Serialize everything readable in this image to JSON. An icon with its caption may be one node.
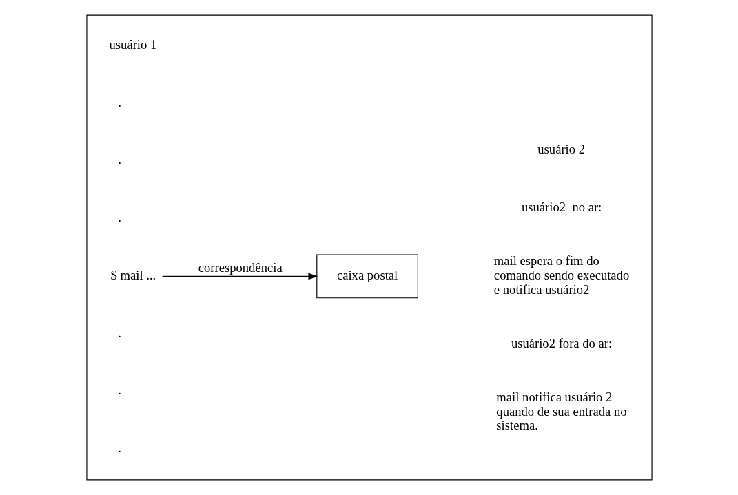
{
  "diagram": {
    "nodes": [
      {
        "text": [],
        "shape": "box"
      },
      {
        "text": [
          "$ mail ..."
        ],
        "in": 0
      },
      {
        "text": [
          "caixa postal"
        ],
        "in": 0
      }
    ],
    "edges": [
      {
        "from": 1,
        "to": 2,
        "arrow": "to",
        "label": "correspondência"
      }
    ],
    "labels": [
      "usuário 1",
      "usuário 2",
      "usuário2  no ar:",
      "mail espera o fim do comando sendo executado e notifica usuário2",
      ".",
      ".",
      ".",
      ".",
      ".",
      ".",
      "usuário2 fora do ar:",
      "mail notifica usuário 2 quando de sua entrada no sistema."
    ]
  }
}
